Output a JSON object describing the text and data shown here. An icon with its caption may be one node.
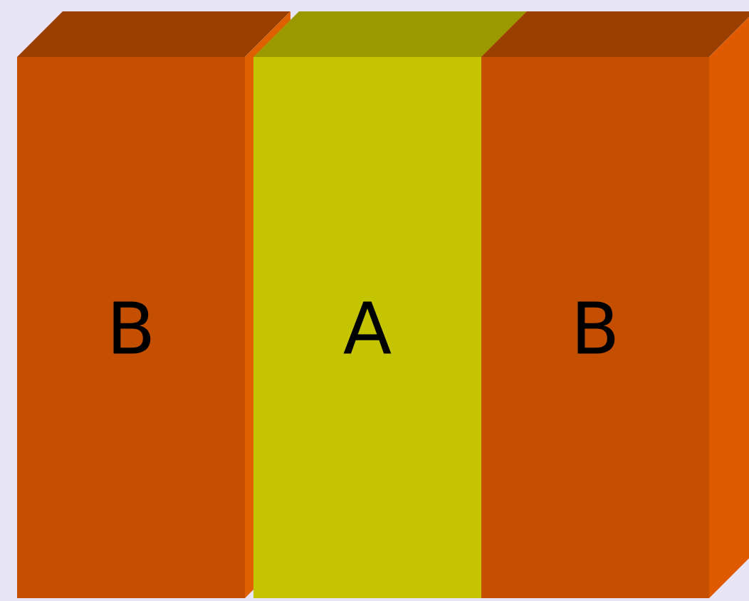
{
  "diagram": {
    "nodes": [
      {
        "text": [
          "B"
        ]
      },
      {
        "text": [
          "A"
        ]
      },
      {
        "text": [
          "B"
        ]
      }
    ]
  }
}
